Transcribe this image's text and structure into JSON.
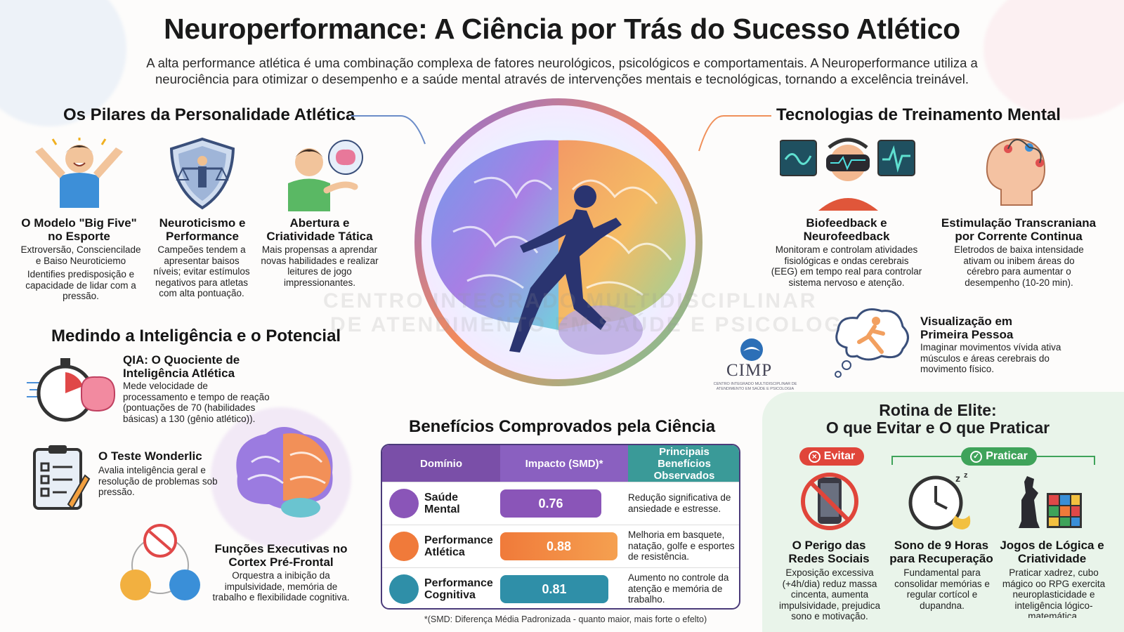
{
  "header": {
    "title": "Neuroperformance: A Ciência por Trás do Sucesso Atlético",
    "subtitle": "A alta performance atlética é uma combinação complexa de fatores neurológicos, psicológicos e comportamentais. A Neuroperformance utiliza a neurociência para otimizar o desempenho e a saúde mental através de intervenções mentais e tecnológicas, tornando a excelência treinável."
  },
  "pilares": {
    "heading": "Os Pilares da Personalidade Atlética",
    "cards": [
      {
        "title": "O Modelo \"Big Five\" no Esporte",
        "text": "Extroversão, Consciencilade e Baiso Neuroticiemo",
        "text2": "Identifies predisposição e capacidade de lidar com a pressão."
      },
      {
        "title": "Neuroticismo e Performance",
        "text": "Campeões tendem a apresentar baisos níveis; evitar estímulos negativos para atletas com alta pontuação.",
        "text2": ""
      },
      {
        "title": "Abertura e Criatividade Tática",
        "text": "Mais propensas a aprendar novas habilidades e realizar leitures de jogo impressionantes.",
        "text2": ""
      }
    ]
  },
  "tecnologias": {
    "heading": "Tecnologias de Treinamento Mental",
    "cards": [
      {
        "title": "Biofeedback e Neurofeedback",
        "text": "Monitoram e controlam atividades fisiológicas e ondas cerebrais (EEG) em tempo real para controlar sistema nervoso e atenção."
      },
      {
        "title": "Estimulação Transcraniana por Corrente Continua",
        "text": "Eletrodos de baixa intensidade ativam ou inibem áreas do cérebro para aumentar o desempenho (10-20 min)."
      }
    ],
    "visual": {
      "title": "Visualização em Primeira Pessoa",
      "text": "Imaginar movimentos vívida ativa músculos e áreas cerebrais do movimento físico."
    }
  },
  "medindo": {
    "heading": "Medindo a Inteligência e o Potencial",
    "items": [
      {
        "title": "QIA: O Quociente de Inteligência Atlética",
        "text": "Mede velocidade de processamento e tempo de reação (pontuações de 70 (habilidades básicas) a 130 (gênio atlético))."
      },
      {
        "title": "O Teste Wonderlic",
        "text": "Avalia inteligência geral e resolução de problemas sob pressão."
      },
      {
        "title": "Funções Executivas no Cortex Pré-Frontal",
        "text": "Orquestra a inibição da impulsividade, memória de trabalho e flexibilidade cognitiva."
      }
    ]
  },
  "beneficios": {
    "heading": "Benefícios Comprovados pela Ciência",
    "columns": [
      "Domínio",
      "Impacto (SMD)*",
      "Principais Benefícios Observados"
    ],
    "rows": [
      {
        "domain": "Saúde Mental",
        "impact": 0.76,
        "impact_label": "0.76",
        "benefit": "Redução significativa de ansiedade e estresse.",
        "color": "#8a55b8"
      },
      {
        "domain": "Performance Atlética",
        "impact": 0.88,
        "impact_label": "0.88",
        "benefit": "Melhoria em basquete, natação, golfe e esportes de resistência.",
        "color": "#f07a3a"
      },
      {
        "domain": "Performance Cognitiva",
        "impact": 0.81,
        "impact_label": "0.81",
        "benefit": "Aumento no controle da atenção e memória de trabalho.",
        "color": "#2f8fa8"
      }
    ],
    "footnote": "*(SMD: Diferença Média Padronizada - quanto maior, mais forte o efelto)"
  },
  "rotina": {
    "heading1": "Rotina de Elite:",
    "heading2": "O que Evitar e O que Praticar",
    "evitar_label": "Evitar",
    "praticar_label": "Praticar",
    "items": [
      {
        "title": "O Perigo das Redes Sociais",
        "text": "Exposição excessiva (+4h/dia) reduz massa cincenta, aumenta impulsividade, prejudica sono e motivação."
      },
      {
        "title": "Sono de 9 Horas para Recuperação",
        "text": "Fundamental para consolidar memórias e regular cortícol e dupandna."
      },
      {
        "title": "Jogos de Lógica e Criatividade",
        "text": "Praticar xadrez, cubo mágico oo RPG exercita neuroplasticidade e inteligência lógico-matemática."
      }
    ]
  },
  "logo": {
    "name": "CIMP",
    "sub": "CENTRO INTEGRADO MULTIDISCIPLINAR DE ATENDIMENTO EM SAÚDE E PSICOLOGIA"
  },
  "watermark": {
    "line1": "CENTRO INTEGRADO MULTIDISCIPLINAR",
    "line2": "DE ATENDIMENTO EM SAÚDE E PSICOLOGIA"
  },
  "colors": {
    "purple": "#8a55b8",
    "orange": "#f07a3a",
    "teal": "#2f8fa8",
    "red": "#e0453a",
    "green": "#3fa35a"
  }
}
